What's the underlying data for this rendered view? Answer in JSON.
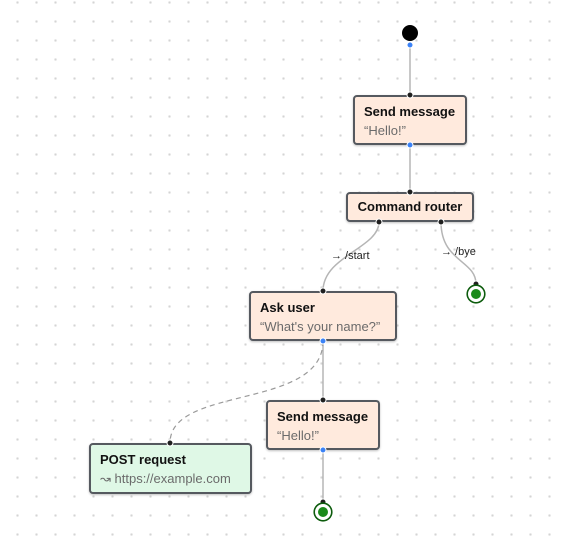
{
  "nodes": {
    "send_message_1": {
      "title": "Send message",
      "subtitle": "“Hello!”"
    },
    "command_router": {
      "title": "Command router"
    },
    "ask_user": {
      "title": "Ask user",
      "subtitle": "“What's your name?”"
    },
    "send_message_2": {
      "title": "Send message",
      "subtitle": "“Hello!”"
    },
    "post_request": {
      "title": "POST request",
      "subtitle": "↝ https://example.com"
    }
  },
  "edge_labels": {
    "start": "→ /start",
    "bye": "→ /bye"
  },
  "colors": {
    "action_node": "#ffeadd",
    "request_node": "#dff8e6",
    "end_node": "#1a8a1a",
    "start_node": "#000000"
  }
}
